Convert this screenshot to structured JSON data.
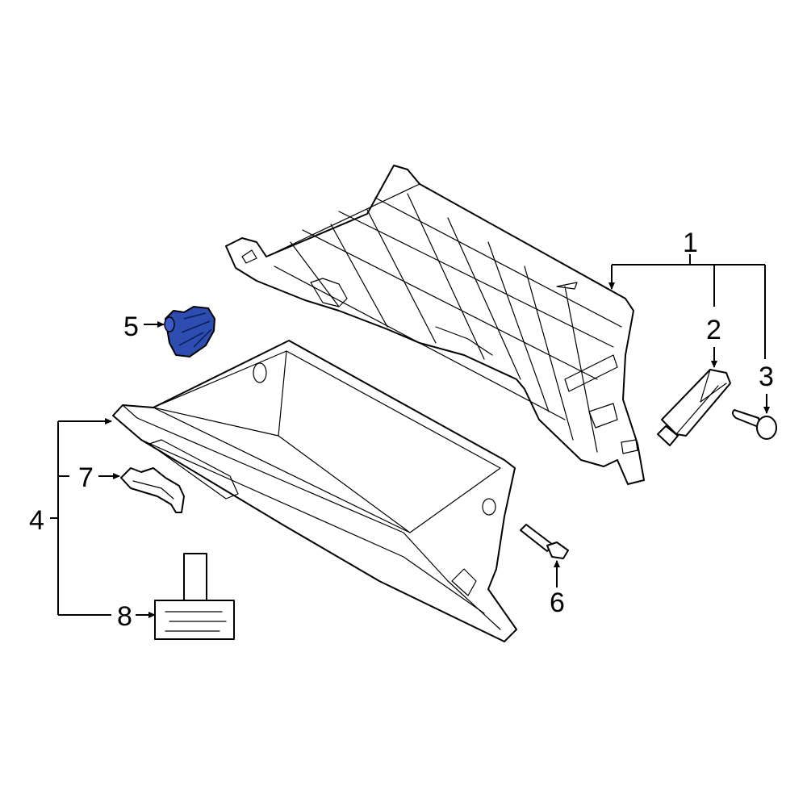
{
  "callouts": {
    "c1": "1",
    "c2": "2",
    "c3": "3",
    "c4": "4",
    "c5": "5",
    "c6": "6",
    "c7": "7",
    "c8": "8"
  },
  "highlight_color": "#2e4db1",
  "line_color": "#000000",
  "background_color": "#ffffff"
}
